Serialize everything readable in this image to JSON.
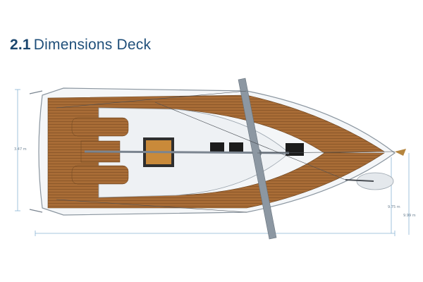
{
  "section": {
    "number": "2.1",
    "title": "Dimensions Deck"
  },
  "dimensions": {
    "beam": "3.47 m",
    "hull_length": "9.75 m",
    "overall_length": "9.99 m"
  },
  "colors": {
    "heading": "#1f4f7a",
    "teak": "#a46a34",
    "dimension_line": "#8ab4d4"
  }
}
